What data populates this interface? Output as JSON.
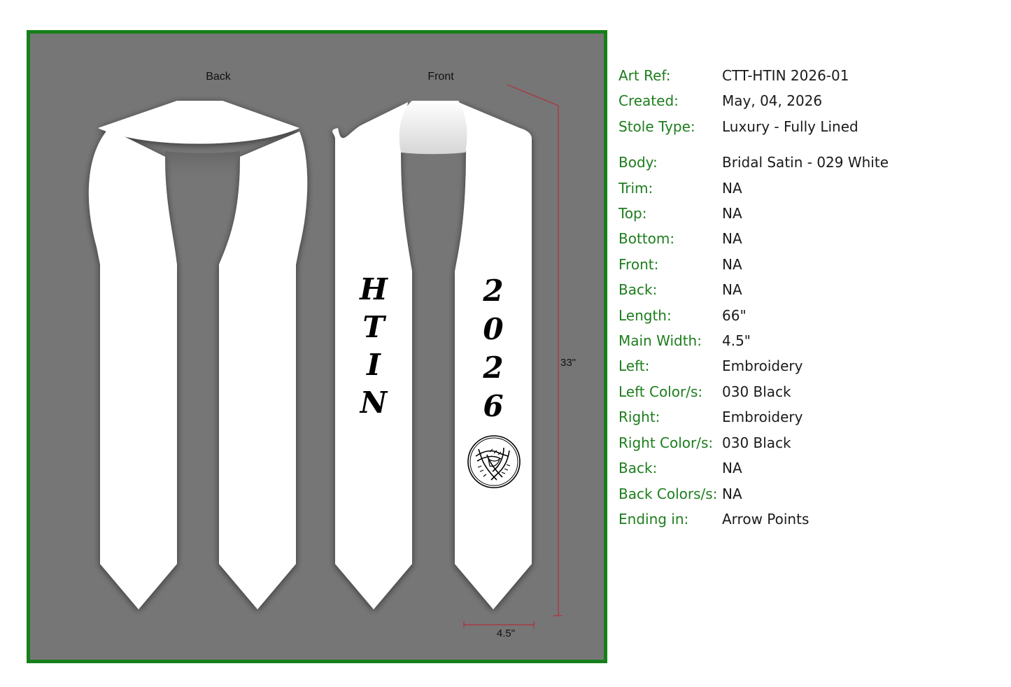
{
  "artwork": {
    "back_label": "Back",
    "front_label": "Front",
    "length_dimension": "33\"",
    "width_dimension": "4.5\"",
    "left_panel_letters": [
      "H",
      "T",
      "I",
      "N"
    ],
    "right_panel_digits": [
      "2",
      "0",
      "2",
      "6"
    ],
    "emblem_icon": "joined-hands-emblem-icon",
    "colors": {
      "frame_border": "#15801a",
      "background": "#767676",
      "stole": "#ffffff",
      "dimension_line": "#b0303a",
      "embroidery": "#000000"
    }
  },
  "specs": [
    {
      "label": "Art Ref:",
      "value": "CTT-HTIN 2026-01"
    },
    {
      "label": "Created:",
      "value": "May, 04, 2026"
    },
    {
      "label": "Stole Type:",
      "value": "Luxury - Fully Lined"
    },
    {
      "label": "Body:",
      "value": "Bridal Satin - 029 White"
    },
    {
      "label": "Trim:",
      "value": "NA"
    },
    {
      "label": "Top:",
      "value": "NA"
    },
    {
      "label": "Bottom:",
      "value": "NA"
    },
    {
      "label": "Front:",
      "value": "NA"
    },
    {
      "label": "Back:",
      "value": "NA"
    },
    {
      "label": "Length:",
      "value": "66\""
    },
    {
      "label": "Main Width:",
      "value": "4.5\""
    },
    {
      "label": "Left:",
      "value": "Embroidery"
    },
    {
      "label": "Left Color/s:",
      "value": "030 Black"
    },
    {
      "label": "Right:",
      "value": "Embroidery"
    },
    {
      "label": "Right Color/s:",
      "value": "030 Black"
    },
    {
      "label": "Back:",
      "value": "NA"
    },
    {
      "label": "Back Colors/s:",
      "value": "NA"
    },
    {
      "label": "Ending in:",
      "value": "Arrow Points"
    }
  ]
}
